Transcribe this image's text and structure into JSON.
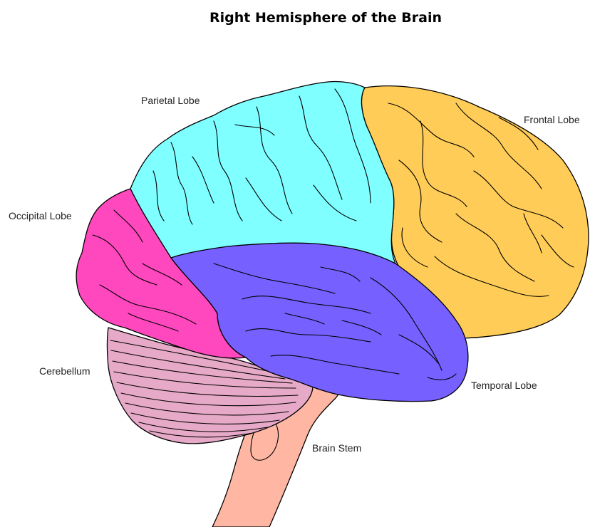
{
  "title": "Right Hemisphere of the Brain",
  "colors": {
    "frontal_lobe": "#ffcc57",
    "parietal_lobe": "#7fffff",
    "occipital_lobe": "#ff47be",
    "temporal_lobe": "#7660ff",
    "cerebellum": "#e6a9c7",
    "brain_stem": "#ffb6a3",
    "outline": "#000000",
    "background": "#ffffff"
  },
  "labels": {
    "frontal_lobe": "Frontal Lobe",
    "parietal_lobe": "Parietal Lobe",
    "occipital_lobe": "Occipital Lobe",
    "temporal_lobe": "Temporal Lobe",
    "cerebellum": "Cerebellum",
    "brain_stem": "Brain Stem"
  }
}
